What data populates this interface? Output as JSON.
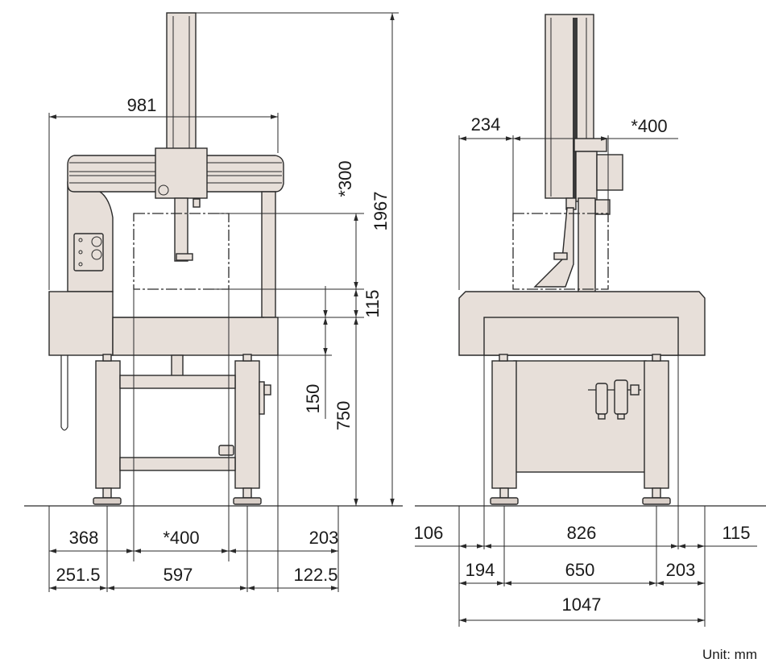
{
  "units": "Unit: mm",
  "front_view": {
    "dims": {
      "width_981": "981",
      "stroke_300": "*300",
      "height_1967": "1967",
      "clear_115": "115",
      "h_150": "150",
      "h_750": "750",
      "b_368": "368",
      "b_400": "*400",
      "b_203": "203",
      "b_251_5": "251.5",
      "b_597": "597",
      "b_122_5": "122.5"
    }
  },
  "side_view": {
    "dims": {
      "t_234": "234",
      "t_400": "*400",
      "b_106": "106",
      "b_826": "826",
      "b_115": "115",
      "b_194": "194",
      "b_650": "650",
      "b_203": "203",
      "b_1047": "1047"
    }
  },
  "colors": {
    "body": "#e7dfd9",
    "outline": "#2a2a2a"
  }
}
